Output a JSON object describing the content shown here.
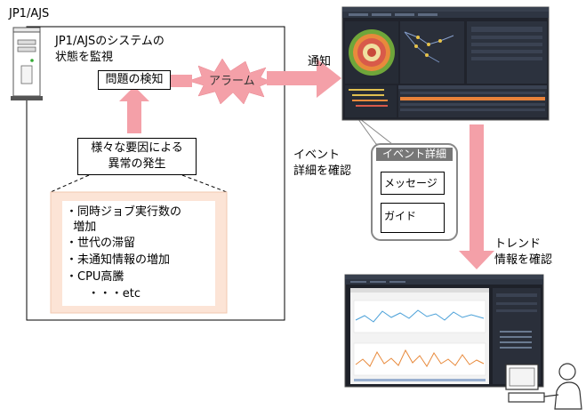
{
  "server": {
    "label": "JP1/AJS"
  },
  "monitor": {
    "title": "JP1/AJSのシステムの\n状態を監視"
  },
  "detect": {
    "label": "問題の検知"
  },
  "alarm": {
    "label": "アラーム"
  },
  "notify": {
    "label": "通知"
  },
  "cause": {
    "label": "様々な要因による\n異常の発生"
  },
  "factors": {
    "items": [
      "・同時ジョブ実行数の\n  増加",
      "・世代の滞留",
      "・未通知情報の増加",
      "・CPU高騰",
      "      ・・・etc"
    ]
  },
  "event_step": {
    "label": "イベント\n詳細を確認"
  },
  "event_panel": {
    "title": "イベント詳細",
    "message": "メッセージ",
    "guide": "ガイド"
  },
  "trend_step": {
    "label": "トレンド\n情報を確認"
  },
  "colors": {
    "arrow": "#f4a0a8",
    "panel": "#fce4d6",
    "dark": "#2b2f3a",
    "accent": "#e8823a"
  }
}
